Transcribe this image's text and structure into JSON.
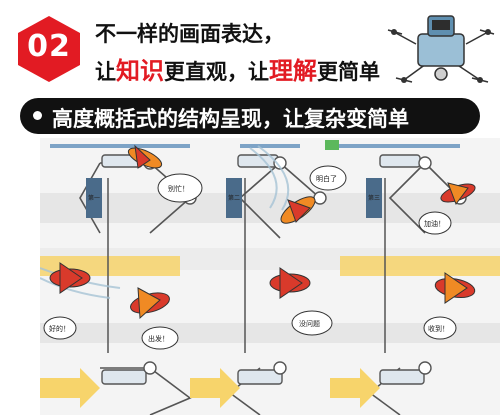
{
  "header": {
    "badge_number": "02",
    "line1": "不一样的画面表达，",
    "line2_prefix": "让",
    "line2_highlight1": "知识",
    "line2_mid": "更直观，让",
    "line2_highlight2": "理解",
    "line2_suffix": "更简单"
  },
  "banner": {
    "text": "高度概括式的结构呈现，让复杂变简单"
  },
  "panel": {
    "labels": {
      "step_a": "第一",
      "step_b": "第二",
      "step_c": "第三"
    },
    "bubbles": {
      "b1": "别忙！",
      "b2": "明白了",
      "b3": "加油！",
      "b4": "好的！",
      "b5": "出发！",
      "b6": "没问题",
      "b7": "收到！"
    }
  },
  "colors": {
    "badge_red": "#e21b23",
    "accent_red": "#e21b23",
    "banner_bg": "#111111",
    "rail_blue": "#7da3c6",
    "arrow_yellow": "#f7d46b",
    "plane_red": "#d93a2b",
    "plane_orange": "#f08a24"
  }
}
